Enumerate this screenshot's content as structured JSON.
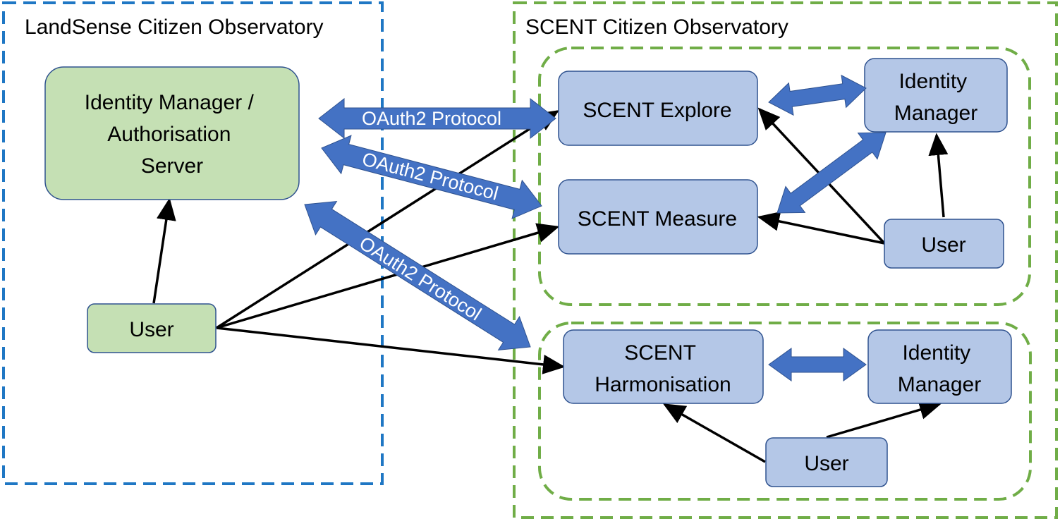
{
  "landsense": {
    "title": "LandSense Citizen Observatory",
    "idm_lines": [
      "Identity Manager /",
      "Authorisation",
      "Server"
    ],
    "user": "User"
  },
  "scent": {
    "title": "SCENT Citizen Observatory",
    "explore": "SCENT Explore",
    "measure": "SCENT Measure",
    "idm_top_lines": [
      "Identity",
      "Manager"
    ],
    "user_top": "User",
    "harmonisation_lines": [
      "SCENT",
      "Harmonisation"
    ],
    "idm_bottom_lines": [
      "Identity",
      "Manager"
    ],
    "user_bottom": "User"
  },
  "protocol": {
    "label_1": "OAuth2 Protocol",
    "label_2": "OAuth2 Protocol",
    "label_3": "OAuth2 Protocol"
  },
  "colors": {
    "landsense_border": "#1f77c4",
    "scent_border": "#70ad47",
    "green_fill": "#c5e0b4",
    "blue_fill": "#b4c7e7",
    "box_stroke": "#2f528f",
    "arrow_fill": "#4472c4"
  }
}
